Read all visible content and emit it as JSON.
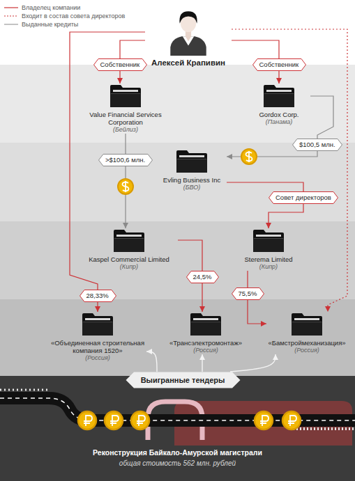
{
  "diagram": {
    "nodes": [
      {
        "text": [
          "Алексей Крапивин"
        ]
      },
      {
        "text": [
          "Value Financial Services Corporation",
          "(Бейлиз)"
        ]
      },
      {
        "text": [
          "Gordox Corp.",
          "(Панама)"
        ]
      },
      {
        "text": [
          "Evling Business Inc",
          "(БВО)"
        ]
      },
      {
        "text": [
          "Kaspel Commercial Limited",
          "(Кипр)"
        ]
      },
      {
        "text": [
          "Sterema Limited",
          "(Кипр)"
        ]
      },
      {
        "text": [
          "«Объединенная строительная компания 1520»",
          "(Россия)"
        ]
      },
      {
        "text": [
          "«Трансэлектромонтаж»",
          "(Россия)"
        ]
      },
      {
        "text": [
          "«Бамстроймеханизация»",
          "(Россия)"
        ]
      },
      {
        "text": [
          "Выигранные тендеры"
        ]
      }
    ],
    "edges": [
      {
        "from": 0,
        "to": 1,
        "label": "Собственник",
        "arrow": "to"
      },
      {
        "from": 0,
        "to": 6,
        "label": "28,33%",
        "arrow": "to"
      },
      {
        "from": 0,
        "to": 2,
        "label": "Собственник",
        "arrow": "to"
      },
      {
        "from": 2,
        "to": 3,
        "label": "$100,5 млн.",
        "arrow": "to"
      },
      {
        "from": 1,
        "to": 4,
        "label": ">$100,6 млн.",
        "arrow": "to"
      },
      {
        "from": 3,
        "to": 5,
        "label": "Совет директоров",
        "arrow": "to"
      },
      {
        "from": 0,
        "to": 8,
        "arrow": "to"
      },
      {
        "from": 4,
        "to": 7,
        "label": "24,5%",
        "arrow": "to"
      },
      {
        "from": 5,
        "to": 8,
        "label": "75,5%",
        "arrow": "to"
      },
      {
        "from": 9,
        "to": 6,
        "arrow": "to"
      },
      {
        "from": 9,
        "to": 7,
        "arrow": "to"
      },
      {
        "from": 9,
        "to": 8,
        "arrow": "to"
      }
    ],
    "labels": [
      "Реконструкция Байкало-Амурской магистрали",
      "общая стоимость 562 млн. рублей"
    ],
    "legend": [
      {
        "text": "Владелец компании"
      },
      {
        "text": "Входит в состав совета директоров"
      },
      {
        "text": "Выданные кредиты"
      }
    ]
  }
}
